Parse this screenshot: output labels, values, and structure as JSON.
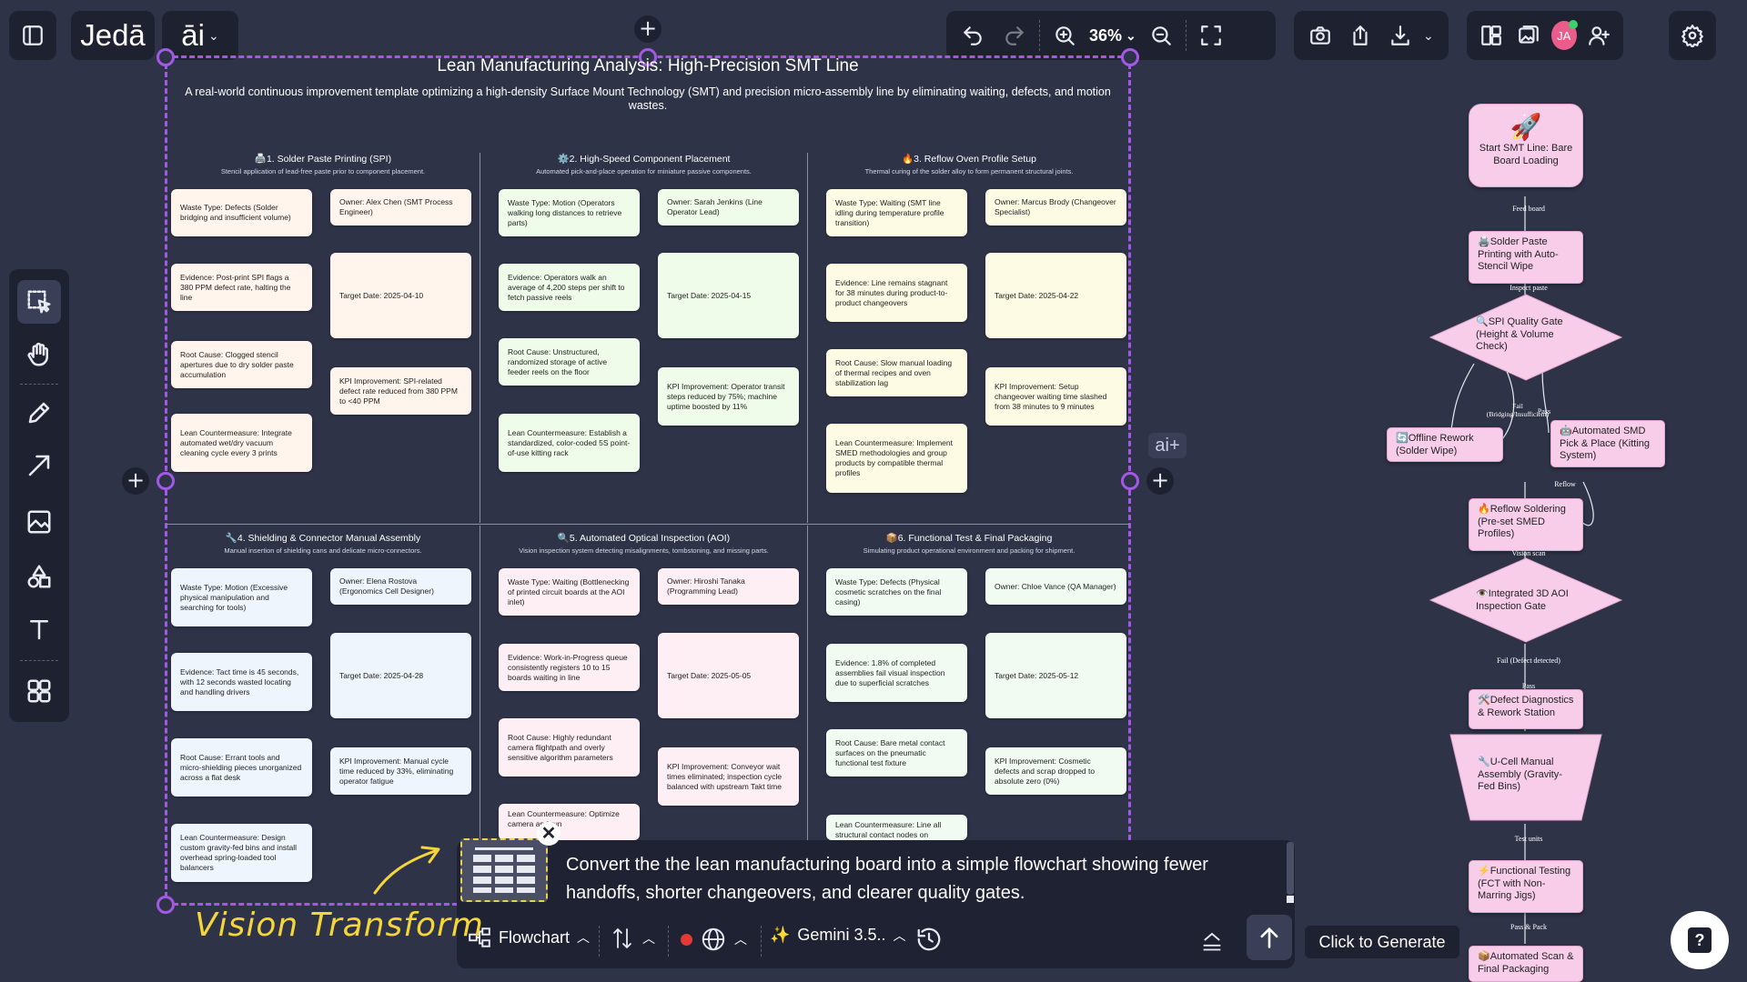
{
  "app": {
    "name": "Jedā",
    "ai_label": "āi"
  },
  "toolbar": {
    "zoom": "36%"
  },
  "user": {
    "initials": "JA",
    "accent": "#e85d8a"
  },
  "board": {
    "title": "Lean Manufacturing Analysis: High-Precision SMT Line",
    "subtitle": "A real-world continuous improvement template optimizing a high-density Surface Mount Technology (SMT) and precision micro-assembly line by eliminating waiting, defects, and motion wastes.",
    "sections": [
      {
        "title": "🖨️1. Solder Paste Printing (SPI)",
        "sub": "Stencil application of lead-free paste prior to component placement.",
        "notes": [
          "Waste Type: Defects (Solder bridging and insufficient volume)",
          "Owner: Alex Chen (SMT Process Engineer)",
          "Evidence: Post-print SPI flags a 380 PPM defect rate, halting the line",
          "Target Date: 2025-04-10",
          "Root Cause: Clogged stencil apertures due to dry solder paste accumulation",
          "KPI Improvement: SPI-related defect rate reduced from 380 PPM to <40 PPM",
          "Lean Countermeasure: Integrate automated wet/dry vacuum cleaning cycle every 3 prints"
        ]
      },
      {
        "title": "⚙️2. High-Speed Component Placement",
        "sub": "Automated pick-and-place operation for miniature passive components.",
        "notes": [
          "Waste Type: Motion (Operators walking long distances to retrieve parts)",
          "Owner: Sarah Jenkins (Line Operator Lead)",
          "Evidence: Operators walk an average of 4,200 steps per shift to fetch passive reels",
          "Target Date: 2025-04-15",
          "Root Cause: Unstructured, randomized storage of active feeder reels on the floor",
          "KPI Improvement: Operator transit steps reduced by 75%; machine uptime boosted by 11%",
          "Lean Countermeasure: Establish a standardized, color-coded 5S point-of-use kitting rack"
        ]
      },
      {
        "title": "🔥3. Reflow Oven Profile Setup",
        "sub": "Thermal curing of the solder alloy to form permanent structural joints.",
        "notes": [
          "Waste Type: Waiting (SMT line idling during temperature profile transition)",
          "Owner: Marcus Brody (Changeover Specialist)",
          "Evidence: Line remains stagnant for 38 minutes during product-to-product changeovers",
          "Target Date: 2025-04-22",
          "Root Cause: Slow manual loading of thermal recipes and oven stabilization lag",
          "KPI Improvement: Setup changeover waiting time slashed from 38 minutes to 9 minutes",
          "Lean Countermeasure: Implement SMED methodologies and group products by compatible thermal profiles"
        ]
      },
      {
        "title": "🔧4. Shielding & Connector Manual Assembly",
        "sub": "Manual insertion of shielding cans and delicate micro-connectors.",
        "notes": [
          "Waste Type: Motion (Excessive physical manipulation and searching for tools)",
          "Owner: Elena Rostova (Ergonomics Cell Designer)",
          "Evidence: Tact time is 45 seconds, with 12 seconds wasted locating and handling drivers",
          "Target Date: 2025-04-28",
          "Root Cause: Errant tools and micro-shielding pieces unorganized across a flat desk",
          "KPI Improvement: Manual cycle time reduced by 33%, eliminating operator fatigue",
          "Lean Countermeasure: Design custom gravity-fed bins and install overhead spring-loaded tool balancers"
        ]
      },
      {
        "title": "🔍5. Automated Optical Inspection (AOI)",
        "sub": "Vision inspection system detecting misalignments, tombstoning, and missing parts.",
        "notes": [
          "Waste Type: Waiting (Bottlenecking of printed circuit boards at the AOI inlet)",
          "Owner: Hiroshi Tanaka (Programming Lead)",
          "Evidence: Work-in-Progress queue consistently registers 10 to 15 boards waiting in line",
          "Target Date: 2025-05-05",
          "Root Cause: Highly redundant camera flightpath and overly sensitive algorithm parameters",
          "KPI Improvement: Conveyor wait times eliminated; inspection cycle balanced with upstream Takt time",
          "Lean Countermeasure: Optimize camera and run"
        ]
      },
      {
        "title": "📦6. Functional Test & Final Packaging",
        "sub": "Simulating product operational environment and packing for shipment.",
        "notes": [
          "Waste Type: Defects (Physical cosmetic scratches on the final casing)",
          "Owner: Chloe Vance (QA Manager)",
          "Evidence: 1.8% of completed assemblies fail visual inspection due to superficial scratches",
          "Target Date: 2025-05-12",
          "Root Cause: Bare metal contact surfaces on the pneumatic functional test fixture",
          "KPI Improvement: Cosmetic defects and scrap dropped to absolute zero (0%)",
          "Lean Countermeasure: Line all structural contact nodes on"
        ]
      }
    ]
  },
  "flow": {
    "nodes": [
      "🚀",
      "Start SMT Line: Bare Board Loading",
      "🖨️Solder Paste Printing with Auto-Stencil Wipe",
      "🔍SPI Quality Gate (Height & Volume Check)",
      "🔄Offline Rework (Solder Wipe)",
      "🤖Automated SMD Pick & Place (Kitting System)",
      "🔥Reflow Soldering (Pre-set SMED Profiles)",
      "👁️Integrated 3D AOI Inspection Gate",
      "🛠️Defect Diagnostics & Rework Station",
      "🔧U-Cell Manual Assembly (Gravity-Fed Bins)",
      "⚡Functional Testing (FCT with Non-Marring Jigs)",
      "📦Automated Scan & Final Packaging"
    ],
    "edges": [
      "Feed board",
      "Inspect paste",
      "Fail (Bridging/Insufficient)",
      "Pass",
      "Reflow",
      "Vision scan",
      "Fail (Defect detected)",
      "Pass",
      "Test units",
      "Pass & Pack"
    ]
  },
  "prompt": {
    "text": "Convert the the lean manufacturing board into a simple flowchart showing fewer handoffs, shorter changeovers, and clearer quality gates.",
    "mode": "Flowchart",
    "model": "Gemini 3.5..",
    "tooltip": "Click to Generate",
    "annotation": "Vision Transform",
    "ai_plus": "ai+"
  }
}
